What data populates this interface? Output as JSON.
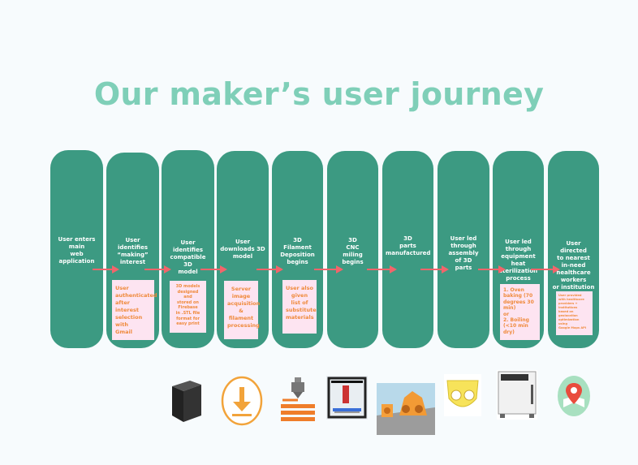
{
  "title": "Our maker’s user journey",
  "steps": [
    {
      "label": "User enters\nmain\nweb\napplication"
    },
    {
      "label": "User identifies\n“making”\ninterest"
    },
    {
      "label": "User identifies\ncompatible\n3D\nmodel"
    },
    {
      "label": "User\ndownloads 3D\nmodel"
    },
    {
      "label": "3D\nFilament\nDeposition\nbegins"
    },
    {
      "label": "3D\nCNC\nmiling\nbegins"
    },
    {
      "label": "3D\nparts\nmanufactured"
    },
    {
      "label": "User led\nthrough\nassembly\nof 3D\nparts"
    },
    {
      "label": "User led\nthrough\nequipment\nheat\nsterilization\nprocess"
    },
    {
      "label": "User\ndirected\nto nearest\nin-need\nhealthcare\nworkers\nor institution"
    }
  ],
  "notes": [
    {
      "text": "User\nauthenticated\nafter interest\nselection with\nGmail"
    },
    {
      "text": "3D models\ndesigned\nand\nstored on\nFirebase\nin .STL file\nformat for\neasy print"
    },
    {
      "text": "Server\nimage\nacquisition\n& filament\nprocessing"
    },
    {
      "text": "User also\ngiven\nlist of\nsubstitute\nmaterials"
    },
    {
      "text": "1. Oven\nbaking (70\ndegrees 30\nmin)\nor\n2. Boiling\n(<10 min\ndry)"
    },
    {
      "text": "User provided\nwith healthcare\nproviders +\ninstitutions\nbased on\ngeolocation\noptimization\nusing\nGoogle Maps API"
    }
  ],
  "icons": [
    "cube-icon",
    "download-icon",
    "filament-printer-icon",
    "3d-printer-icon",
    "cnc-parts-icon",
    "face-mask-icon",
    "sterilization-oven-icon",
    "map-pin-icon"
  ],
  "colors": {
    "title": "#7fcfb8",
    "pill": "#3c9a82",
    "note_bg": "#fde4f1",
    "note_text": "#ef8a3c",
    "arrow": "#f2656b"
  }
}
